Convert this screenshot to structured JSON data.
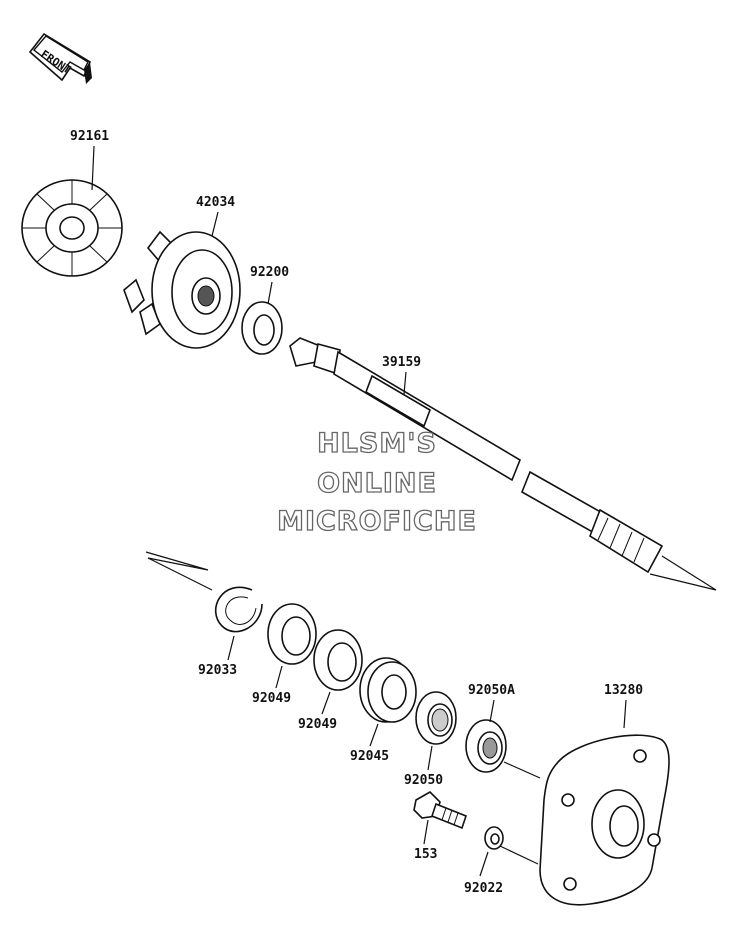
{
  "front_label": "FRONT",
  "watermark": [
    "HLSM'S",
    "ONLINE",
    "MICROFICHE"
  ],
  "parts": [
    {
      "id": "damper",
      "number": "92161"
    },
    {
      "id": "impeller",
      "number": "42034"
    },
    {
      "id": "washer",
      "number": "92200"
    },
    {
      "id": "shaft",
      "number": "39159"
    },
    {
      "id": "circlip",
      "number": "92033"
    },
    {
      "id": "oil-seal-1",
      "number": "92049"
    },
    {
      "id": "oil-seal-2",
      "number": "92049"
    },
    {
      "id": "bearing",
      "number": "92045"
    },
    {
      "id": "seal-92050",
      "number": "92050"
    },
    {
      "id": "seal-92050a",
      "number": "92050A"
    },
    {
      "id": "housing",
      "number": "13280"
    },
    {
      "id": "bolt",
      "number": "153"
    },
    {
      "id": "small-washer",
      "number": "92022"
    }
  ]
}
